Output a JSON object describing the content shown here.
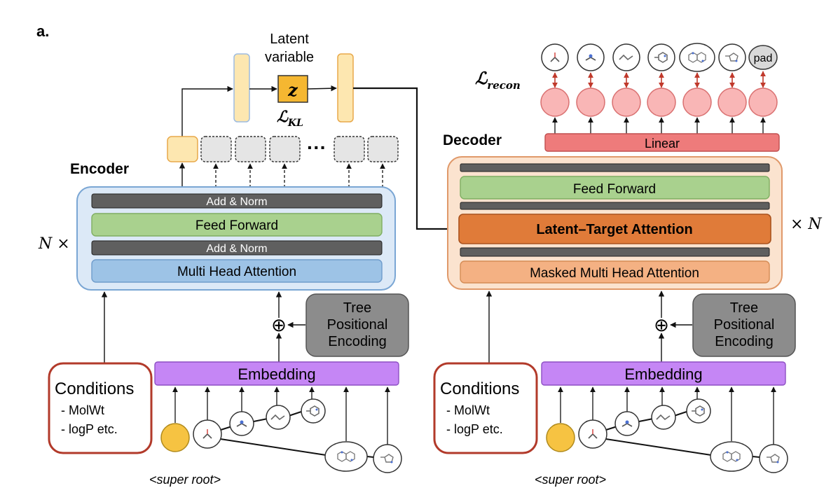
{
  "panel_label": "a.",
  "latent": {
    "caption_line1": "Latent",
    "caption_line2": "variable",
    "z_symbol": "z",
    "kl_loss_symbol": "ℒ",
    "kl_loss_subscript": "KL"
  },
  "encoder": {
    "title": "Encoder",
    "repeat": "N ×",
    "layers": [
      "Add & Norm",
      "Feed Forward",
      "Add & Norm",
      "Multi Head Attention"
    ],
    "ellipsis": "···",
    "tree_pos_encoding": [
      "Tree",
      "Positional",
      "Encoding"
    ],
    "plus": "⊕",
    "embedding": "Embedding",
    "conditions_title": "Conditions",
    "conditions_items": [
      "- MolWt",
      "- logP etc."
    ],
    "super_root": "<super root>"
  },
  "decoder": {
    "title": "Decoder",
    "repeat": "× N",
    "linear": "Linear",
    "layers": [
      "Feed Forward",
      "Latent–Target Attention",
      "Masked Multi Head Attention"
    ],
    "recon_loss_symbol": "ℒ",
    "recon_loss_subscript": "recon",
    "pad_token": "pad",
    "tree_pos_encoding": [
      "Tree",
      "Positional",
      "Encoding"
    ],
    "plus": "⊕",
    "embedding": "Embedding",
    "conditions_title": "Conditions",
    "conditions_items": [
      "- MolWt",
      "- logP etc."
    ],
    "super_root": "<super root>"
  },
  "colors": {
    "encoder_fill": "#dce9f7",
    "encoder_stroke": "#7aa6d4",
    "decoder_fill": "#fbe3cf",
    "decoder_stroke": "#e0996a",
    "dark_bar": "#5f5f5f",
    "feed_forward": "#a9d18e",
    "multi_head": "#9dc3e6",
    "latent_target": "#e07b39",
    "masked_mha": "#f4b183",
    "embedding": "#c586f5",
    "tree_pe": "#8c8c8c",
    "linear": "#ee7b7b",
    "output_node": "#f9b6b6",
    "super_root": "#f6c342",
    "z_box": "#f5b731",
    "latent_vector": "#fde7b0",
    "conditions_stroke": "#b23a2a",
    "recon_arrow": "#c0392b"
  }
}
